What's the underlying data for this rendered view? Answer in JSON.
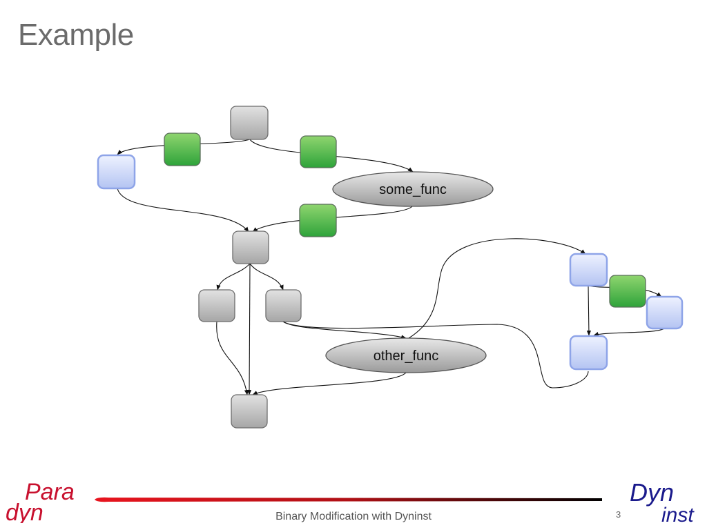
{
  "slide": {
    "title": "Example",
    "footer": "Binary Modification with Dyninst",
    "page_number": "3"
  },
  "logos": {
    "paradyn": {
      "top": "Para",
      "bottom": "dyn"
    },
    "dyninst": {
      "top": "Dyn",
      "bottom": "inst"
    }
  },
  "diagram": {
    "function_labels": {
      "some_func": "some_func",
      "other_func": "other_func"
    },
    "node_colors": {
      "basic_block": "#b9b9b9",
      "instrumentation": "#3fb43f",
      "relocated": "#c7d3f7",
      "node_glow": "#8ea4e8",
      "edge": "#111111"
    }
  }
}
